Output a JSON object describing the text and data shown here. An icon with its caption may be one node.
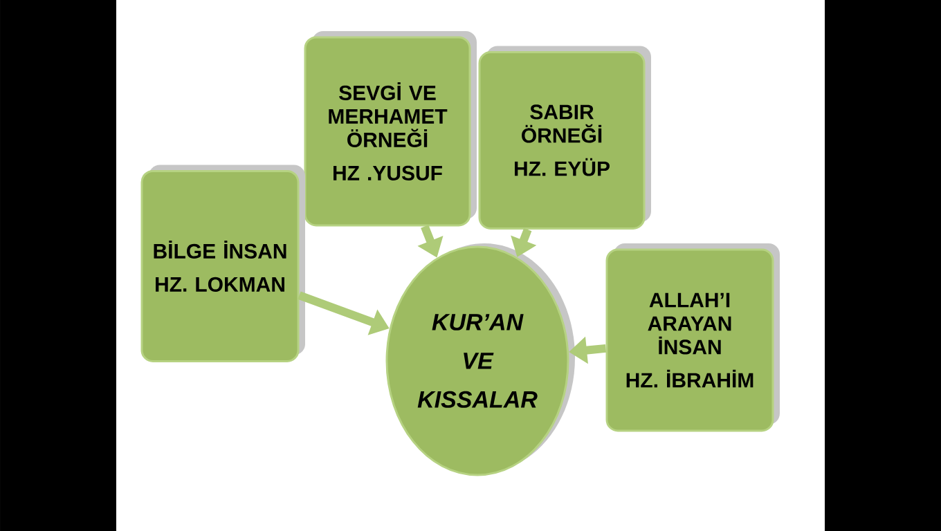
{
  "diagram": {
    "nodes": [
      {
        "text": [
          "SEVGİ VE MERHAMET ÖRNEĞİ",
          "HZ .YUSUF"
        ]
      },
      {
        "text": [
          "SABIR ÖRNEĞİ",
          "HZ. EYÜP"
        ]
      },
      {
        "text": [
          "BİLGE İNSAN",
          "HZ. LOKMAN"
        ]
      },
      {
        "text": [
          "ALLAH’I ARAYAN İNSAN",
          "HZ. İBRAHİM"
        ]
      },
      {
        "text": [
          "KUR’AN VE KISSALAR"
        ]
      }
    ],
    "edges": [
      {
        "from": 0,
        "to": 4,
        "arrow": "to"
      },
      {
        "from": 1,
        "to": 4,
        "arrow": "to"
      },
      {
        "from": 2,
        "to": 4,
        "arrow": "to"
      },
      {
        "from": 3,
        "to": 4,
        "arrow": "to"
      }
    ]
  }
}
